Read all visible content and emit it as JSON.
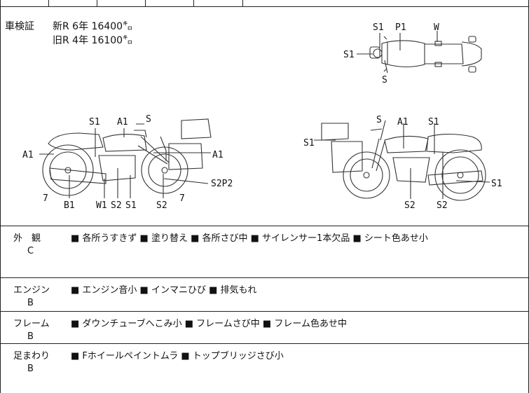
{
  "shaken": {
    "label": "車検証",
    "line1": "新R  6年  16400㌔",
    "line2": "旧R  4年  16100㌔"
  },
  "diagram_labels": {
    "top": [
      "S1",
      "P1",
      "W",
      "S1",
      "S"
    ],
    "left": [
      "S1",
      "A1",
      "S",
      "A1",
      "A1",
      "7",
      "B1",
      "W1",
      "S2",
      "S1",
      "S2",
      "7",
      "S2P2"
    ],
    "right": [
      "S",
      "A1",
      "S1",
      "S1",
      "S2",
      "S2",
      "S1"
    ]
  },
  "sections": [
    {
      "category": "外　観",
      "grade": "C",
      "notes": "■ 各所うすきず ■ 塗り替え ■ 各所さび中 ■ サイレンサー1本欠品 ■ シート色あせ小"
    },
    {
      "category": "エンジン",
      "grade": "B",
      "notes": "■ エンジン音小 ■ インマニひび ■ 排気もれ"
    },
    {
      "category": "フレーム",
      "grade": "B",
      "notes": "■ ダウンチューブへこみ小 ■ フレームさび中 ■ フレーム色あせ中"
    },
    {
      "category": "足まわり",
      "grade": "B",
      "notes": "■ Fホイールペイントムラ ■ トップブリッジさび小"
    }
  ]
}
